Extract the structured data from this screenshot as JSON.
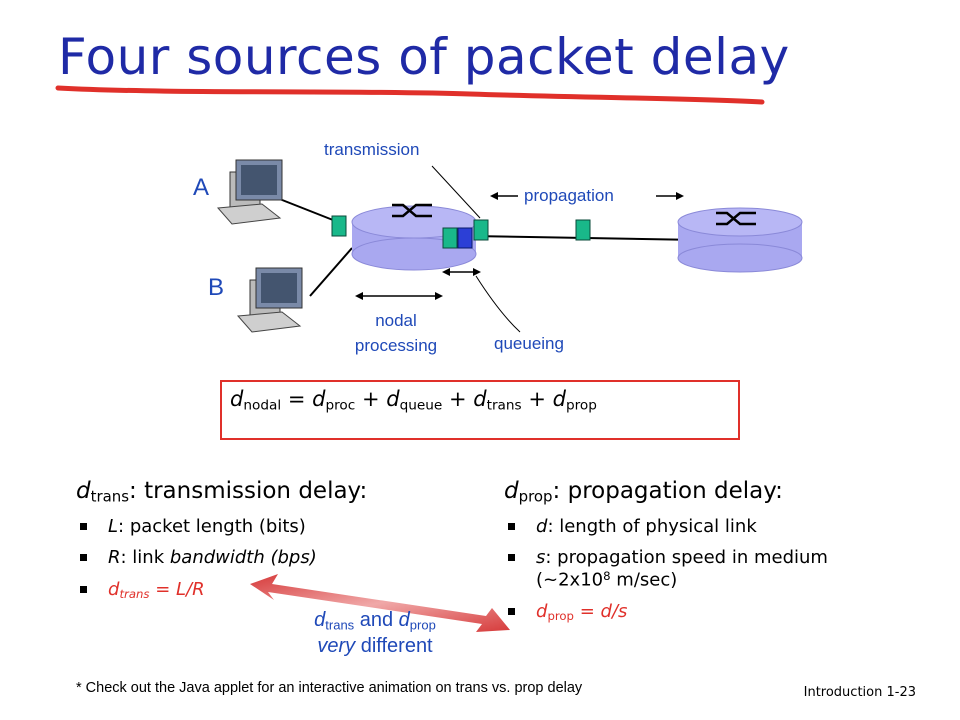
{
  "title": "Four sources of packet delay",
  "diagram": {
    "host_a": "A",
    "host_b": "B",
    "transmission": "transmission",
    "propagation": "propagation",
    "nodal": "nodal",
    "processing": "processing",
    "queueing": "queueing"
  },
  "formula": {
    "lhs_d": "d",
    "lhs_sub": "nodal",
    "eq": " = ",
    "plus": " + ",
    "d": "d",
    "proc_sub": "proc",
    "queue_sub": "queue",
    "trans_sub": "trans",
    "prop_sub": "prop"
  },
  "trans": {
    "d": "d",
    "sub": "trans",
    "title_rest": ": transmission delay:",
    "b1_var": "L",
    "b1_text": ": packet length (bits)",
    "b2_var": "R",
    "b2_text": ": link ",
    "b2_italic": "bandwidth (bps)",
    "b3_d": "d",
    "b3_sub": "trans",
    "b3_eq": " = ",
    "b3_val": "L/R"
  },
  "prop": {
    "d": "d",
    "sub": "prop",
    "title_rest": ": propagation delay:",
    "b1_var": "d",
    "b1_text": ": length of physical link",
    "b2_var": "s",
    "b2_text": ": propagation speed in medium (~2x10",
    "b2_sup": "8",
    "b2_end": " m/sec)",
    "b3_d": "d",
    "b3_sub": "prop",
    "b3_eq": " = ",
    "b3_val": "d/s"
  },
  "compare": {
    "d1": "d",
    "sub1": "trans",
    "and": " and ",
    "d2": "d",
    "sub2": "prop",
    "very": "very",
    "different": " different"
  },
  "footnote": "* Check out the Java applet for an interactive animation on trans vs. prop delay",
  "slide_number": "Introduction 1-23",
  "colors": {
    "title": "#1f2aa6",
    "label_blue": "#1f49b8",
    "accent_red": "#e0302a",
    "router_fill": "#a9a8f0",
    "packet_green": "#19b88a"
  }
}
